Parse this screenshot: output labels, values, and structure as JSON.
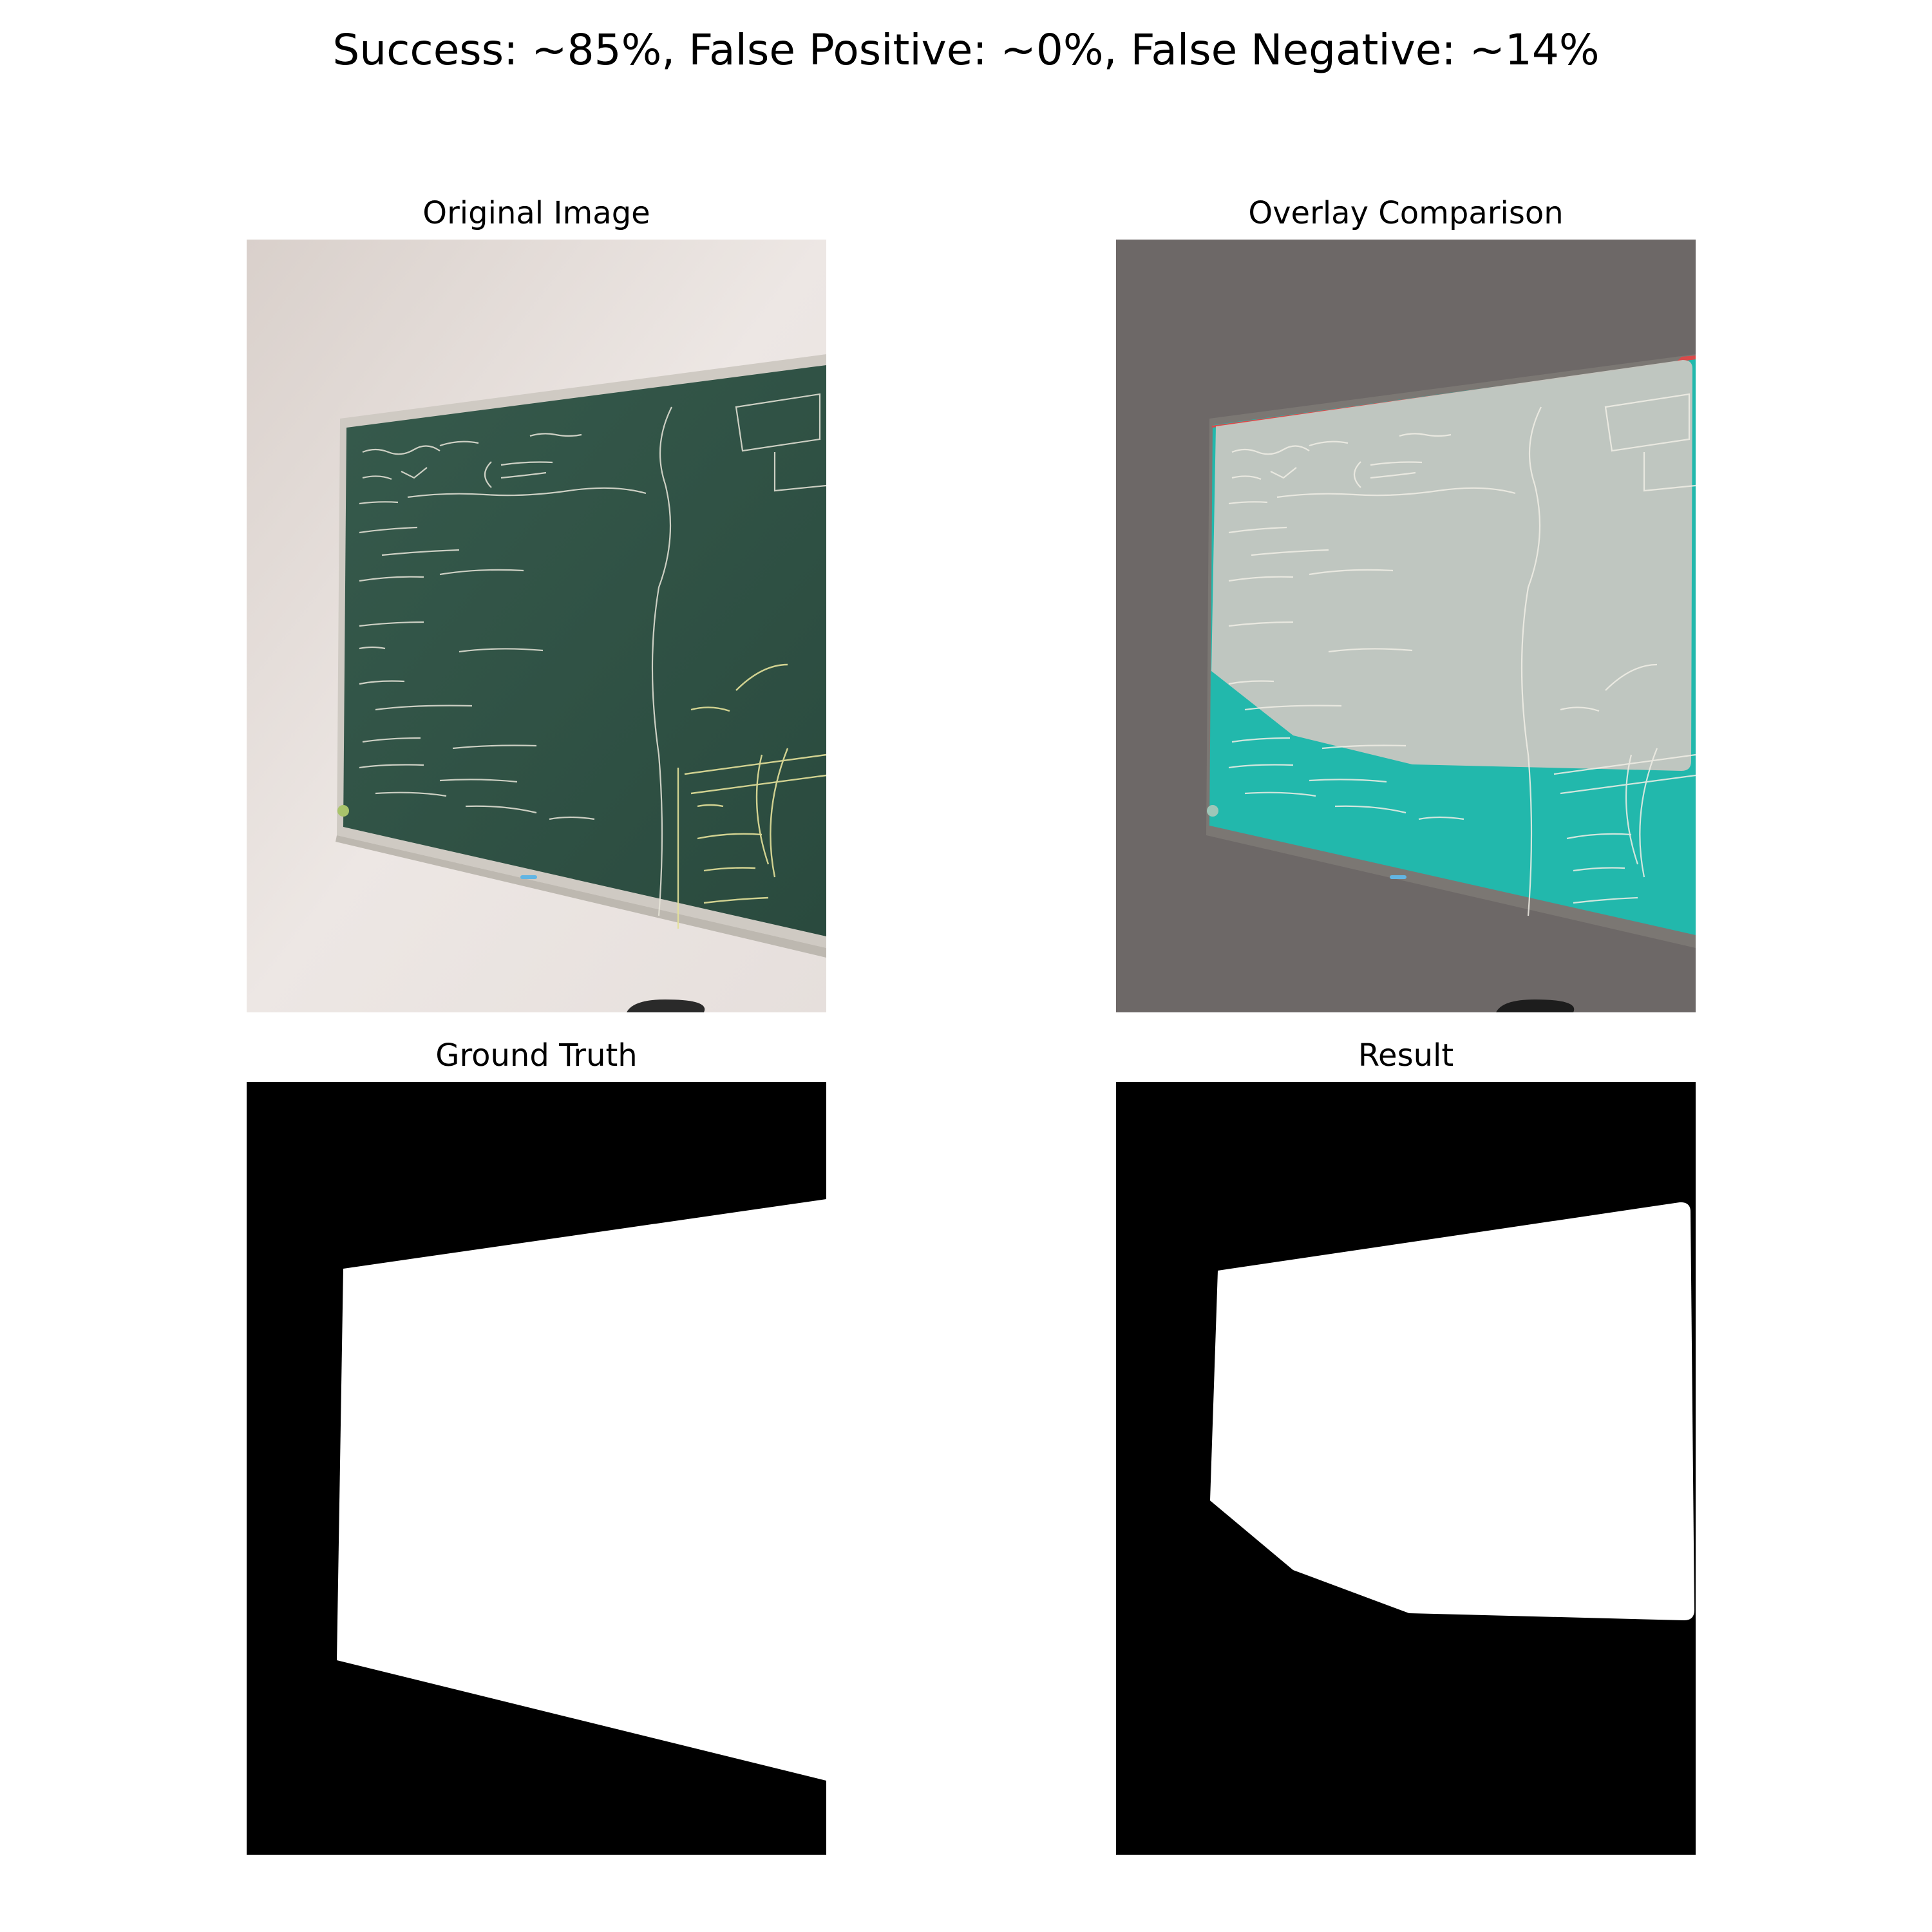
{
  "figure": {
    "suptitle": "Success: ~85%, False Positive: ~0%, False Negative: ~14%"
  },
  "panels": {
    "original": {
      "title": "Original Image"
    },
    "overlay": {
      "title": "Overlay Comparison"
    },
    "ground_truth": {
      "title": "Ground Truth"
    },
    "result": {
      "title": "Result"
    }
  },
  "colors": {
    "wall": "#e4dcd8",
    "board": "#2f5245",
    "chalk": "#e9e6da",
    "chalk_yellow": "#e4e19a",
    "frame": "#c9c6bf",
    "overlay_tint": "#c7c7c2",
    "overlay_cyan": "#22b8ac",
    "overlay_fp": "#d94a4a",
    "mask_black": "#000000",
    "mask_white": "#ffffff"
  }
}
